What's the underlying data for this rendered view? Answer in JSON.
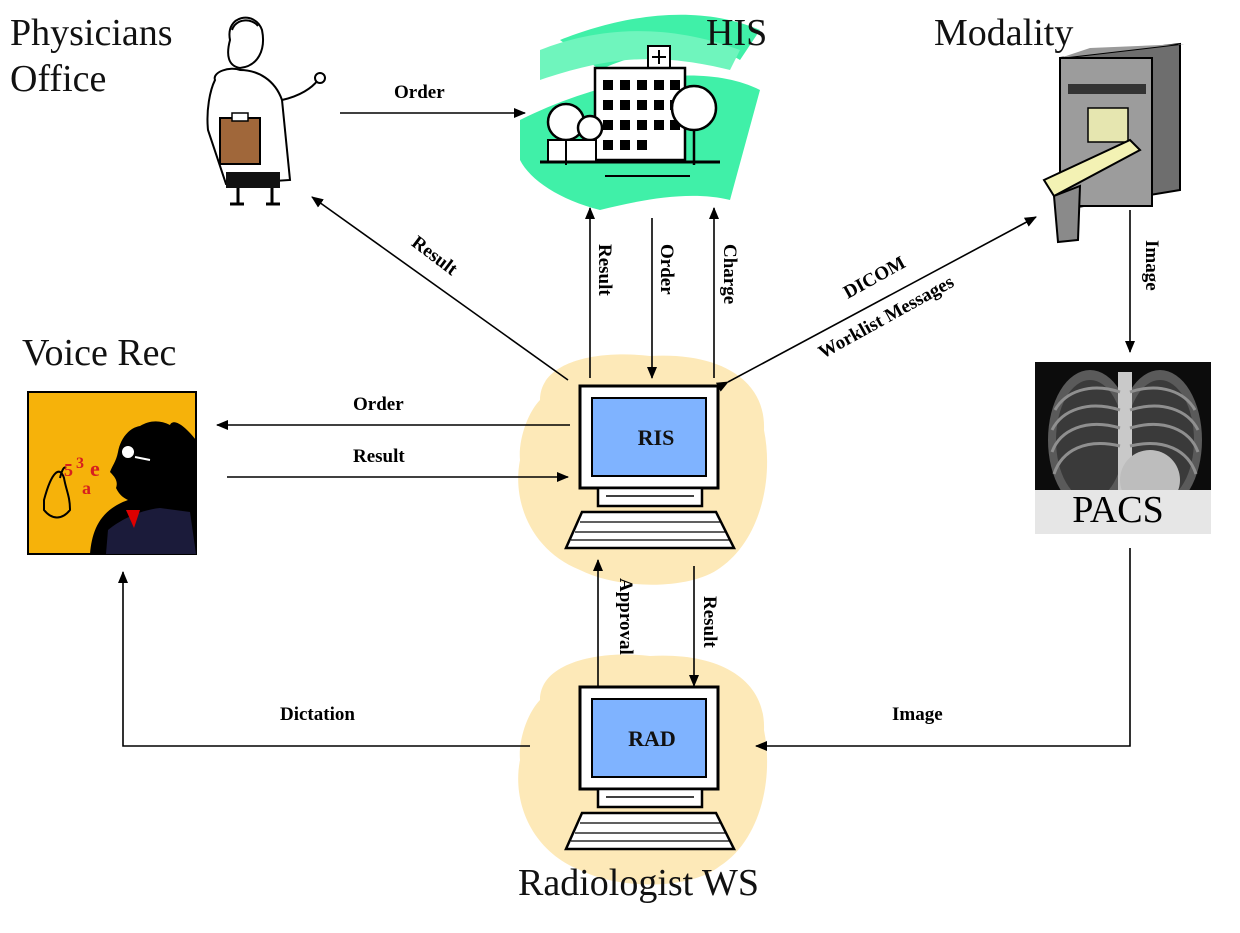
{
  "nodes": {
    "physicians_office": [
      "Physicians",
      "Office"
    ],
    "his": "HIS",
    "modality": "Modality",
    "voice_rec": "Voice Rec",
    "ris": "RIS",
    "pacs": "PACS",
    "rad": "RAD",
    "radiologist_ws": "Radiologist WS"
  },
  "edges": {
    "physician_to_his": "Order",
    "ris_to_physician": "Result",
    "ris_to_his_result": "Result",
    "his_to_ris_order": "Order",
    "ris_to_his_charge": "Charge",
    "dicom_line1": "DICOM",
    "dicom_line2": "Worklist Messages",
    "modality_to_pacs": "Image",
    "ris_to_voice": "Order",
    "voice_to_ris": "Result",
    "rad_to_ris": "Approval",
    "ris_to_rad": "Result",
    "rad_to_voice": "Dictation",
    "pacs_to_rad": "Image"
  },
  "voice_glyphs": "53e a"
}
